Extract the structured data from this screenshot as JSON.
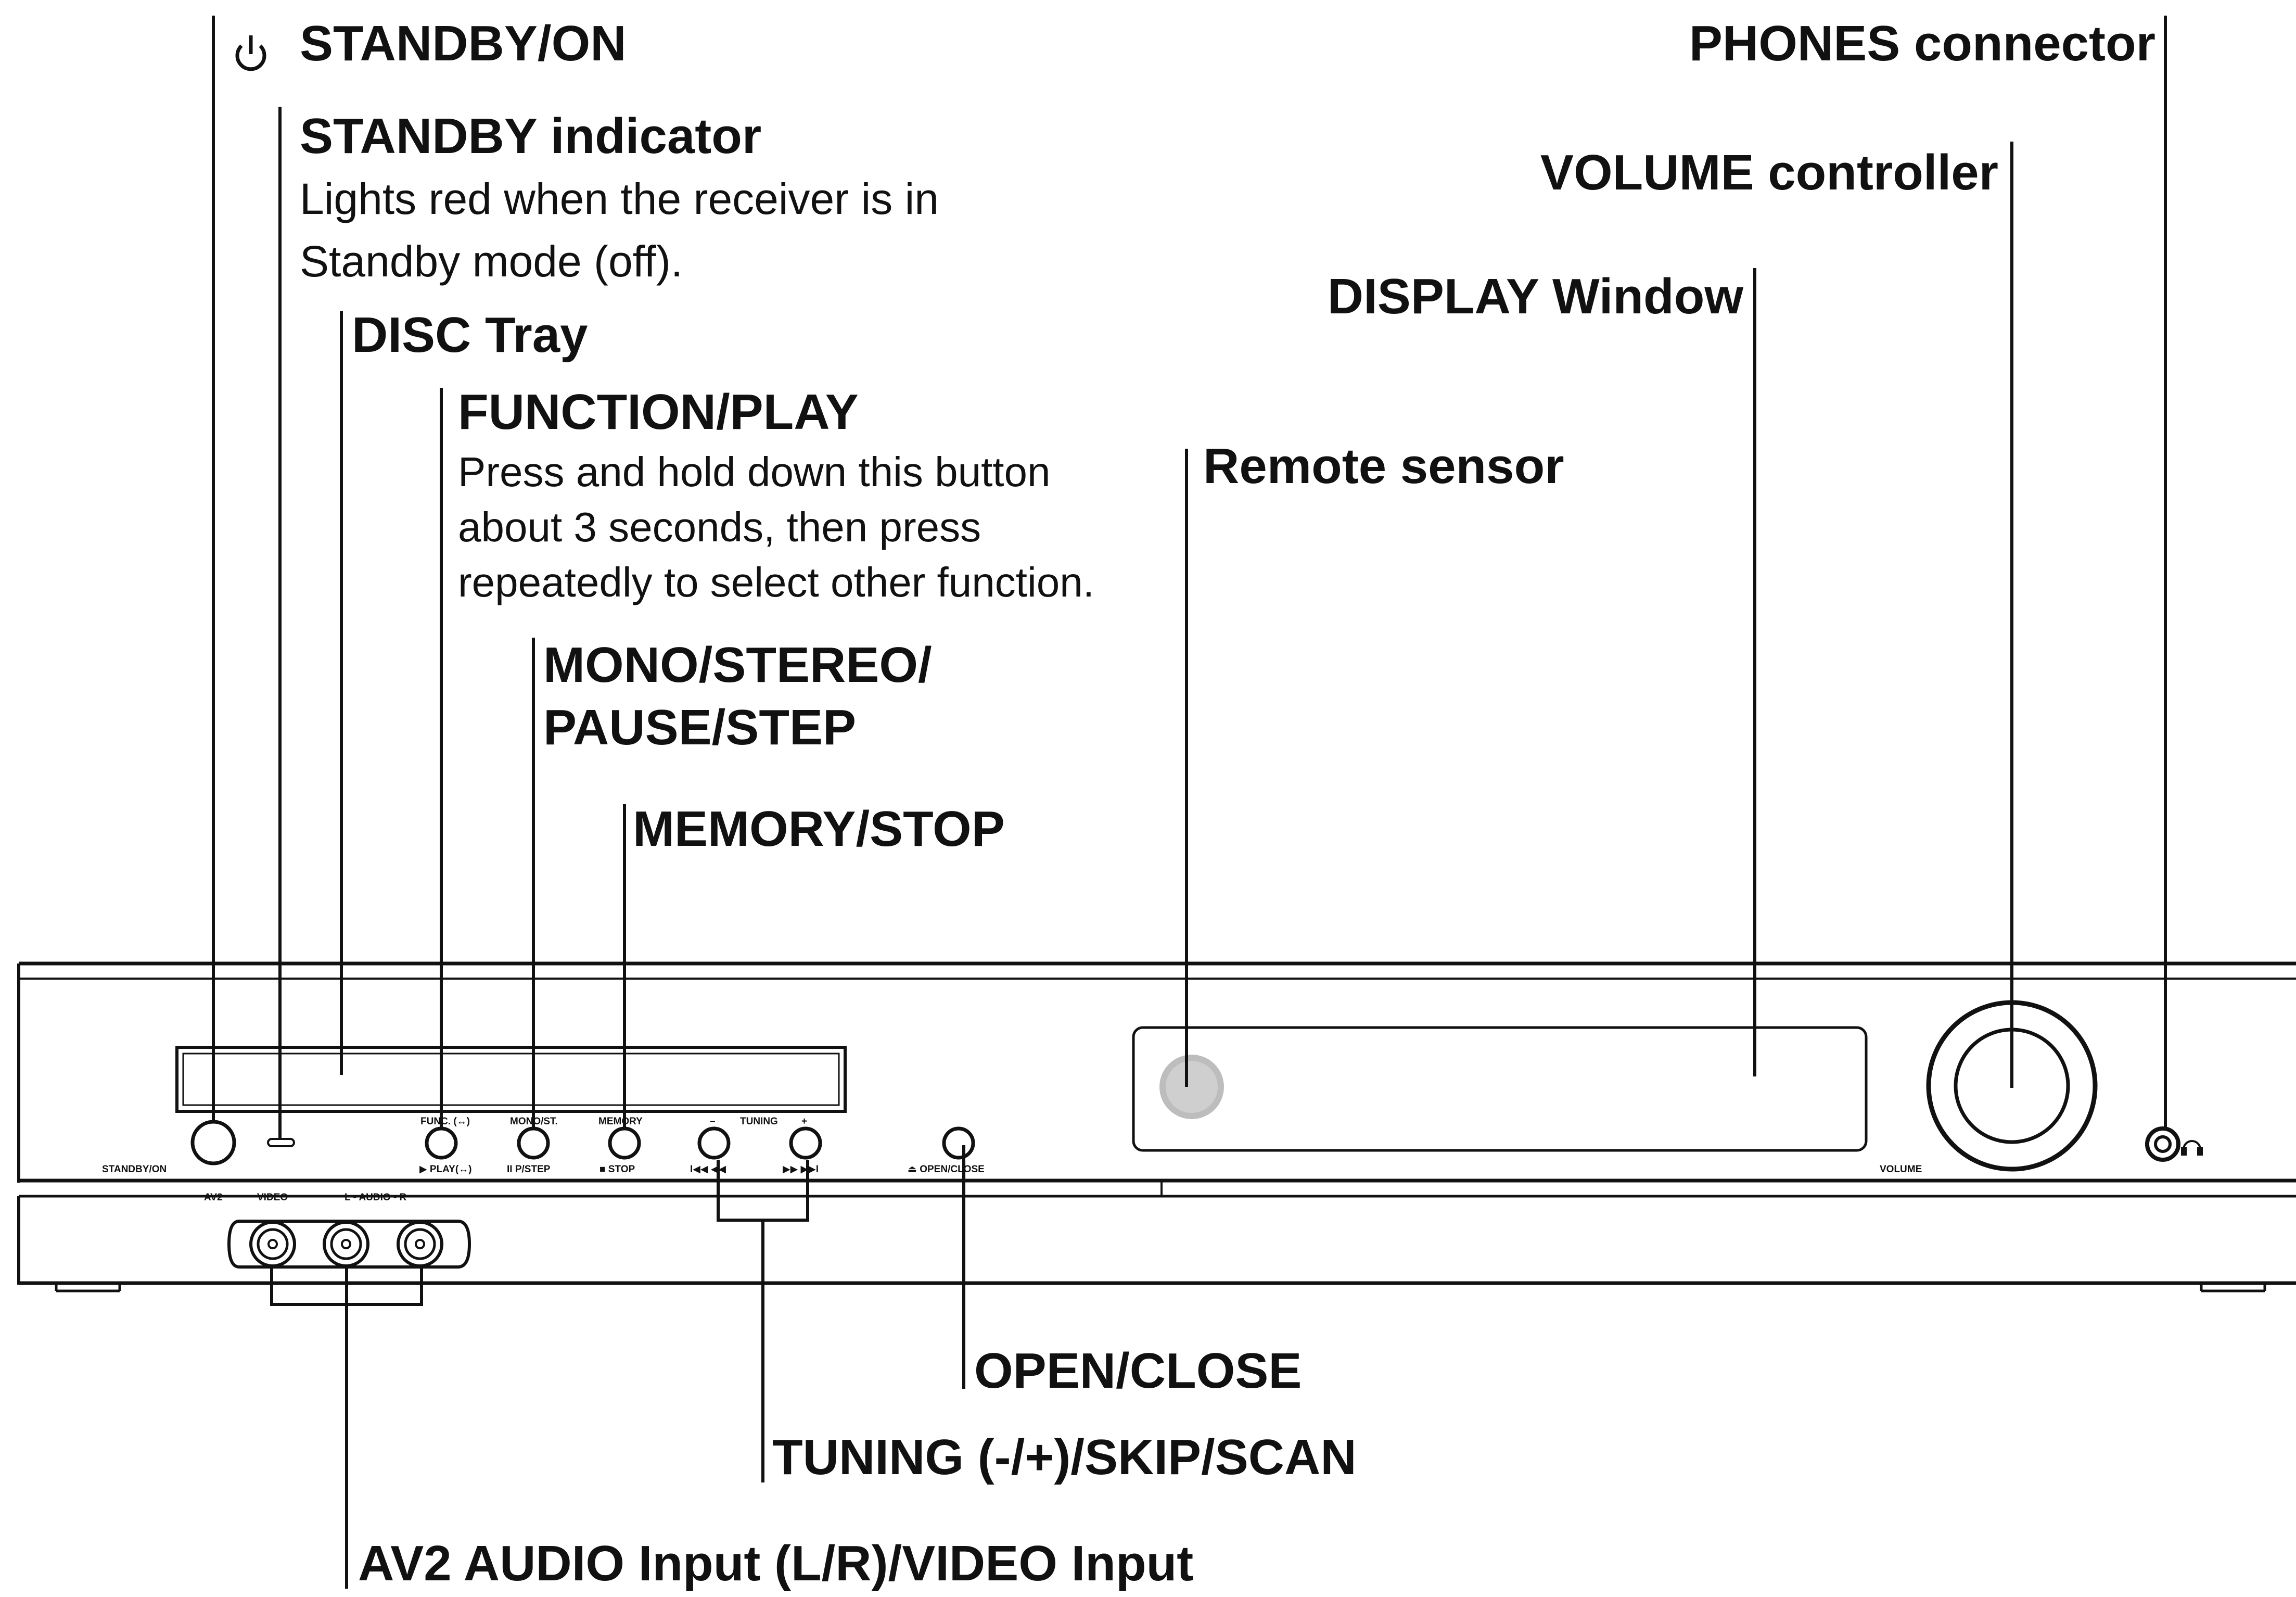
{
  "callouts": {
    "standby_on": "STANDBY/ON",
    "standby_indicator": "STANDBY indicator",
    "standby_indicator_desc": [
      "Lights red when the receiver is in",
      "Standby mode (off)."
    ],
    "disc_tray": "DISC Tray",
    "function_play": "FUNCTION/PLAY",
    "function_play_desc": [
      "Press and hold down this button",
      "about 3 seconds, then press",
      "repeatedly to select other function."
    ],
    "mono_stereo": [
      "MONO/STEREO/",
      "PAUSE/STEP"
    ],
    "memory_stop": "MEMORY/STOP",
    "remote_sensor": "Remote sensor",
    "display_window": "DISPLAY Window",
    "volume_controller": "VOLUME controller",
    "phones_connector": "PHONES connector",
    "open_close": "OPEN/CLOSE",
    "tuning": "TUNING (-/+)/SKIP/SCAN",
    "av2_input": "AV2 AUDIO Input (L/R)/VIDEO Input"
  },
  "panel_labels": {
    "standby_on": "STANDBY/ON",
    "func": "FUNC. (↔)",
    "play": "▶ PLAY(↔)",
    "mono_st": "MONO/ST.",
    "pause_step": "II P/STEP",
    "memory": "MEMORY",
    "stop": "■ STOP",
    "tuning_minus": "–",
    "tuning": "TUNING",
    "tuning_plus": "+",
    "skip_back": "I◀◀ ◀◀",
    "skip_fwd": "▶▶ ▶▶I",
    "open_close": "⏏ OPEN/CLOSE",
    "volume": "VOLUME",
    "av2": "AV2",
    "video": "VIDEO",
    "audio_lr": "L - AUDIO - R"
  },
  "icons": {
    "power": "power-icon",
    "headphones": "headphones-icon"
  }
}
